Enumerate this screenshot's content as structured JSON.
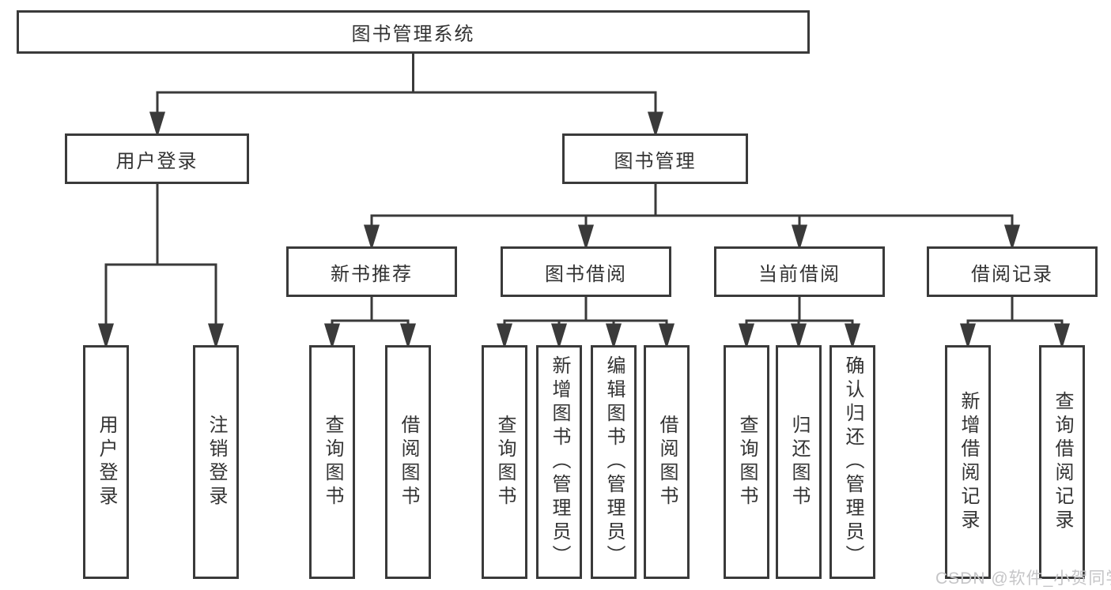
{
  "diagram": {
    "root": {
      "label": "图书管理系统"
    },
    "children": [
      {
        "label": "用户登录",
        "children": [
          {
            "label": "用户登录"
          },
          {
            "label": "注销登录"
          }
        ]
      },
      {
        "label": "图书管理",
        "children": [
          {
            "label": "新书推荐",
            "children": [
              {
                "label": "查询图书"
              },
              {
                "label": "借阅图书"
              }
            ]
          },
          {
            "label": "图书借阅",
            "children": [
              {
                "label": "查询图书"
              },
              {
                "label": "新增图书（管理员）"
              },
              {
                "label": "编辑图书（管理员）"
              },
              {
                "label": "借阅图书"
              }
            ]
          },
          {
            "label": "当前借阅",
            "children": [
              {
                "label": "查询图书"
              },
              {
                "label": "归还图书"
              },
              {
                "label": "确认归还（管理员）"
              }
            ]
          },
          {
            "label": "借阅记录",
            "children": [
              {
                "label": "新增借阅记录"
              },
              {
                "label": "查询借阅记录"
              }
            ]
          }
        ]
      }
    ]
  },
  "watermark": {
    "text": "CSDN @软件_小贺同学"
  },
  "colors": {
    "line": "#3a3a3a",
    "box_border": "#3a3a3a",
    "text": "#333333",
    "watermark": "#c5c5c7",
    "background": "#ffffff"
  }
}
